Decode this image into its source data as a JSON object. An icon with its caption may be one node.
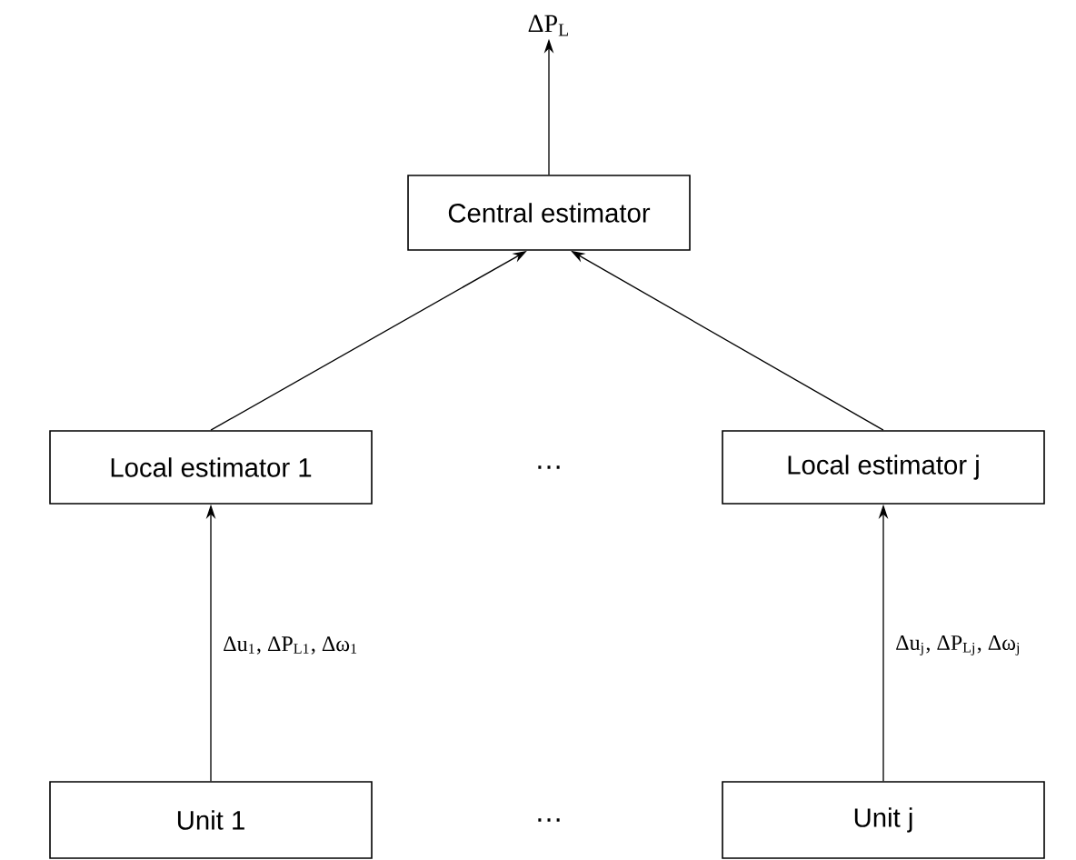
{
  "diagram": {
    "nodes": [
      {
        "text": [
          "Central estimator"
        ]
      },
      {
        "text": [
          "Local estimator 1"
        ]
      },
      {
        "text": [
          "Local estimator j"
        ]
      },
      {
        "text": [
          "Unit 1"
        ]
      },
      {
        "text": [
          "Unit j"
        ]
      },
      {
        "text": [
          "ΔP$_{L}$"
        ]
      }
    ],
    "edges": [
      {
        "from": 0,
        "to": 5,
        "arrow": "to"
      },
      {
        "from": 1,
        "to": 0,
        "arrow": "to"
      },
      {
        "from": 2,
        "to": 0,
        "arrow": "to"
      },
      {
        "from": 3,
        "to": 1,
        "arrow": "to",
        "label": "Δu$_{1}$, ΔP$_{L1}$, Δω$_{1}$"
      },
      {
        "from": 4,
        "to": 2,
        "arrow": "to",
        "label": "Δu$_{j}$, ΔP$_{Lj}$, Δω$_{j}$"
      }
    ],
    "labels": [
      "…",
      "…"
    ]
  }
}
